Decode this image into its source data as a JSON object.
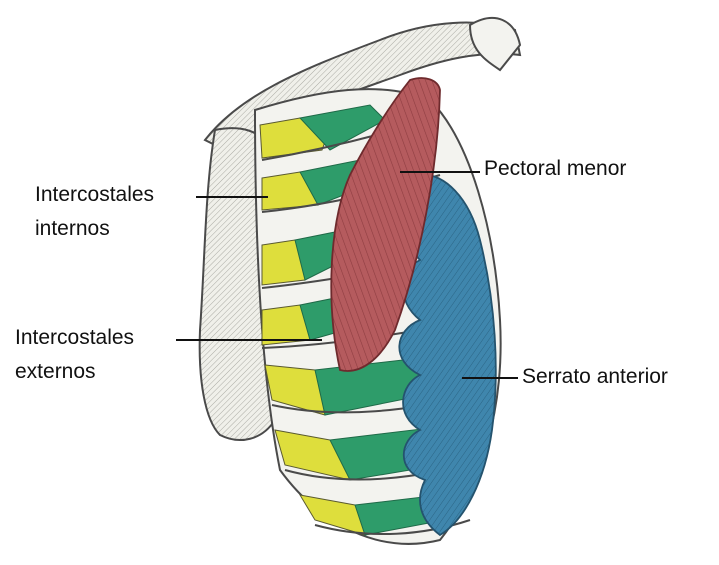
{
  "labels": {
    "intercostales_internos": {
      "line1": "Intercostales",
      "line2": "internos"
    },
    "intercostales_externos": {
      "line1": "Intercostales",
      "line2": "externos"
    },
    "pectoral_menor": "Pectoral menor",
    "serrato_anterior": "Serrato anterior"
  },
  "colors": {
    "intercostales_internos": "#dede3c",
    "intercostales_externos": "#2e9c6a",
    "pectoral_menor": "#b55b5e",
    "serrato_anterior": "#3f86ad",
    "bone": "#f3f3ef",
    "outline": "#4a4a4a"
  }
}
